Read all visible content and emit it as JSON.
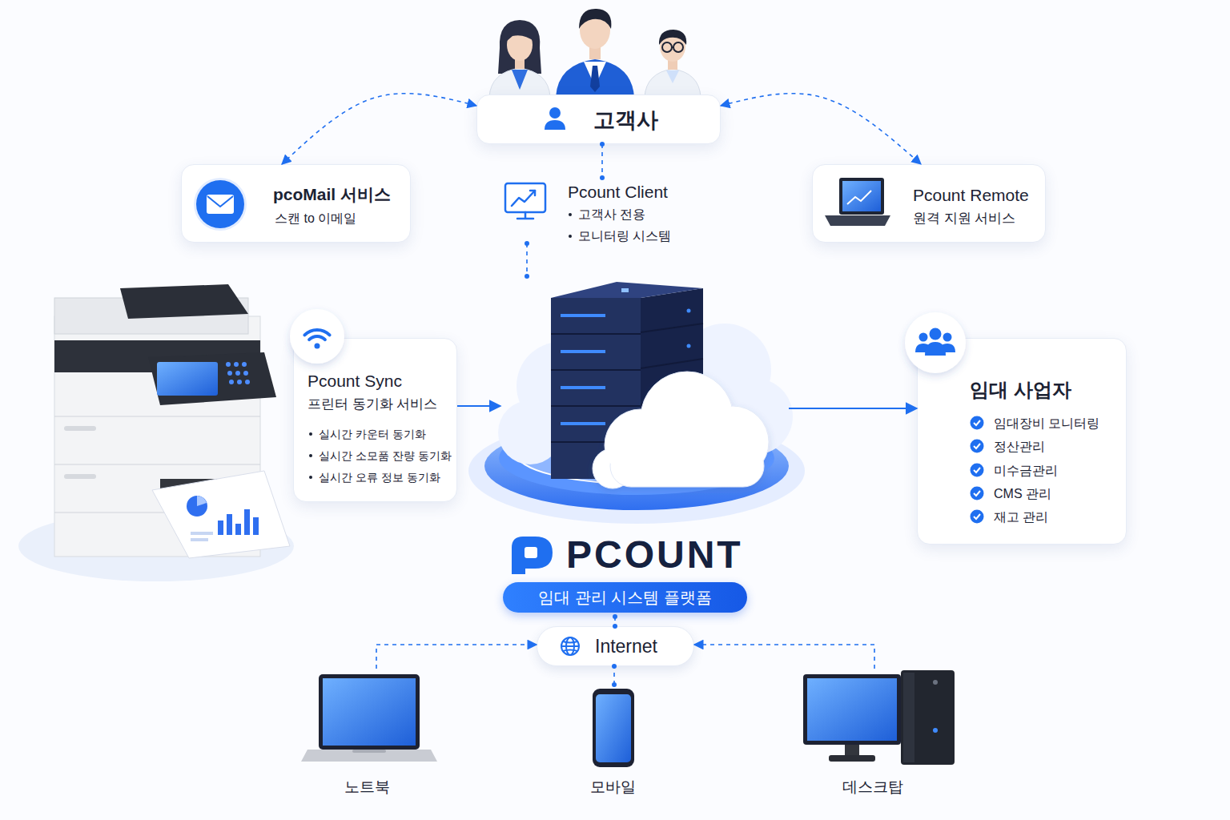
{
  "diagram": {
    "nodes": [
      {
        "text": [
          "고객사"
        ]
      },
      {
        "text": [
          "pcoMail 서비스",
          "스캔 to 이메일"
        ]
      },
      {
        "text": [
          "Pcount Client",
          "고객사 전용",
          "모니터링 시스템"
        ]
      },
      {
        "text": [
          "Pcount Remote",
          "원격 지원 서비스"
        ]
      },
      {
        "text": [
          "Pcount Sync",
          "프린터 동기화 서비스",
          "실시간 카운터 동기화",
          "실시간 소모품 잔량 동기화",
          "실시간 오류 정보 동기화"
        ]
      },
      {
        "text": [
          "PCOUNT",
          "임대 관리 시스템 플랫폼"
        ]
      },
      {
        "text": [
          "임대 사업자",
          "임대장비 모니터링",
          "정산관리",
          "미수금관리",
          "CMS 관리",
          "재고 관리"
        ]
      },
      {
        "text": [
          "Internet"
        ]
      },
      {
        "text": [
          "노트북"
        ]
      },
      {
        "text": [
          "모바일"
        ]
      },
      {
        "text": [
          "데스크탑"
        ]
      }
    ],
    "edges": [
      {
        "from": 0,
        "to": 1,
        "arrow": "both"
      },
      {
        "from": 0,
        "to": 3,
        "arrow": "both"
      },
      {
        "from": 0,
        "to": 2,
        "arrow": "none"
      },
      {
        "from": 2,
        "to": 5,
        "arrow": "none"
      },
      {
        "from": 4,
        "to": 5,
        "arrow": "to"
      },
      {
        "from": 5,
        "to": 6,
        "arrow": "to"
      },
      {
        "from": 5,
        "to": 7,
        "arrow": "none"
      },
      {
        "from": 8,
        "to": 7,
        "arrow": "to"
      },
      {
        "from": 9,
        "to": 7,
        "arrow": "none"
      },
      {
        "from": 10,
        "to": 7,
        "arrow": "to"
      }
    ]
  }
}
